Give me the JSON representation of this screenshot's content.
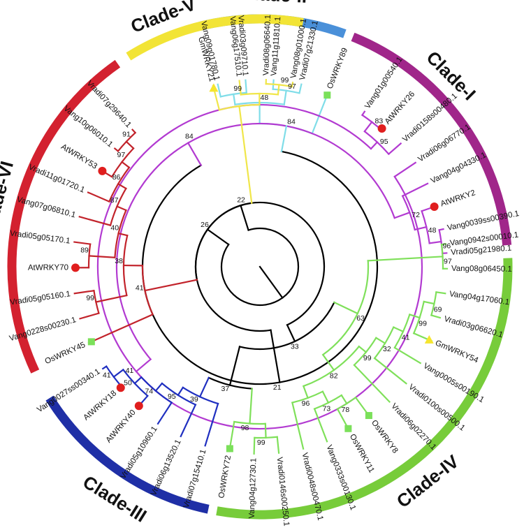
{
  "tree": {
    "clade_labels": {
      "I": "Clade-I",
      "II": "Clade-II",
      "III": "Clade-III",
      "IV": "Clade-IV",
      "V": "Clade-V",
      "VI": "Clade-VI"
    },
    "clade_colors": {
      "I": "#a0268a",
      "II": "#4a90d9",
      "III": "#1f2fa6",
      "IV": "#77cc3a",
      "V": "#f2e436",
      "VI": "#d3212f"
    },
    "branch_colors": {
      "I": "#b23ad1",
      "II": "#7fdde8",
      "III": "#1f2fc0",
      "IV": "#7fe05a",
      "V": "#f0e64a",
      "VI": "#c2232b",
      "backbone": "#000000"
    },
    "marker_colors": {
      "circle": "#e01e1e",
      "square": "#7be05a",
      "triangle": "#f5e52e"
    },
    "leaves": [
      {
        "id": "L01",
        "label": "Vang09g01780.1",
        "clade": "II"
      },
      {
        "id": "L02",
        "label": "Vradi03g09710.1",
        "clade": "II"
      },
      {
        "id": "L03",
        "label": "Vang11g11810.1",
        "clade": "II"
      },
      {
        "id": "L04",
        "label": "Vradi07g21330.1",
        "clade": "II"
      },
      {
        "id": "L05",
        "label": "OsWRKY89",
        "clade": "II",
        "marker": "square"
      },
      {
        "id": "L06",
        "label": "Vang01g00540.1",
        "clade": "I"
      },
      {
        "id": "L07",
        "label": "AtWRKY26",
        "clade": "I",
        "marker": "circle"
      },
      {
        "id": "L08",
        "label": "Vradi0158s00480.1",
        "clade": "I"
      },
      {
        "id": "L09",
        "label": "Vradi06g06770.1",
        "clade": "I"
      },
      {
        "id": "L10",
        "label": "Vang04g04330.1",
        "clade": "I"
      },
      {
        "id": "L11",
        "label": "AtWRKY2",
        "clade": "I",
        "marker": "circle"
      },
      {
        "id": "L12",
        "label": "Vang0039ss00390.1",
        "clade": "I"
      },
      {
        "id": "L13",
        "label": "Vradi05g21980.1",
        "clade": "I"
      },
      {
        "id": "L14",
        "label": "Vang0942s00010.1",
        "clade": "IV"
      },
      {
        "id": "L15",
        "label": "Vang08g06450.1",
        "clade": "IV"
      },
      {
        "id": "L16",
        "label": "Vang04g17060.1",
        "clade": "IV"
      },
      {
        "id": "L17",
        "label": "Vradi03g06620.1",
        "clade": "IV"
      },
      {
        "id": "L18",
        "label": "GmWRKY54",
        "clade": "IV",
        "marker": "triangle"
      },
      {
        "id": "L19",
        "label": "Vang0005s00190.1",
        "clade": "IV"
      },
      {
        "id": "L20",
        "label": "Vradi0100s00500.1",
        "clade": "IV"
      },
      {
        "id": "L21",
        "label": "Vradi06g02270.1",
        "clade": "IV"
      },
      {
        "id": "L22",
        "label": "OsWRKY8",
        "clade": "IV",
        "marker": "square"
      },
      {
        "id": "L23",
        "label": "OsWRKY11",
        "clade": "IV",
        "marker": "square"
      },
      {
        "id": "L24",
        "label": "Vang0333s00130.1",
        "clade": "IV"
      },
      {
        "id": "L25",
        "label": "Vradi0048s00470.1",
        "clade": "IV"
      },
      {
        "id": "L26",
        "label": "Vradi0146s00250.1",
        "clade": "IV"
      },
      {
        "id": "L27",
        "label": "Vang04g12730.1",
        "clade": "IV"
      },
      {
        "id": "L28",
        "label": "OsWRKY72",
        "clade": "IV",
        "marker": "square"
      },
      {
        "id": "L29",
        "label": "Vradi07g15410.1",
        "clade": "III"
      },
      {
        "id": "L30",
        "label": "Vradi06g13520.1",
        "clade": "III"
      },
      {
        "id": "L31",
        "label": "Vradi05g10960.1",
        "clade": "III"
      },
      {
        "id": "L32",
        "label": "AtWRKY40",
        "clade": "III",
        "marker": "circle"
      },
      {
        "id": "L33",
        "label": "AtWRKY18",
        "clade": "III",
        "marker": "circle"
      },
      {
        "id": "L34",
        "label": "Vang0027ss00340.1",
        "clade": "III"
      },
      {
        "id": "L35",
        "label": "OsWRKY45",
        "clade": "VI",
        "marker": "square"
      },
      {
        "id": "L36",
        "label": "Vang0228s00230.1",
        "clade": "VI"
      },
      {
        "id": "L37",
        "label": "Vradi05g05160.1",
        "clade": "VI"
      },
      {
        "id": "L38",
        "label": "AtWRKY70",
        "clade": "VI",
        "marker": "circle"
      },
      {
        "id": "L39",
        "label": "Vradi05g05170.1",
        "clade": "VI"
      },
      {
        "id": "L40",
        "label": "Vang07g06810.1",
        "clade": "VI"
      },
      {
        "id": "L41",
        "label": "Vradi11g01720.1",
        "clade": "VI"
      },
      {
        "id": "L42",
        "label": "AtWRKY53",
        "clade": "VI",
        "marker": "circle"
      },
      {
        "id": "L43",
        "label": "Vang10g06010.1",
        "clade": "VI"
      },
      {
        "id": "L44",
        "label": "Vradi07g29640.1",
        "clade": "VI"
      },
      {
        "id": "L45",
        "label": "GmWRKY21",
        "clade": "V",
        "marker": "triangle"
      },
      {
        "id": "L46",
        "label": "Vang06g17510.1",
        "clade": "V"
      },
      {
        "id": "L47",
        "label": "Vradi08g06640.1",
        "clade": "V"
      },
      {
        "id": "L48",
        "label": "Vang08g01000.1",
        "clade": "V"
      }
    ],
    "bootstrap": [
      "99",
      "97",
      "48",
      "84",
      "21",
      "83",
      "95",
      "41",
      "84",
      "72",
      "48",
      "96",
      "22",
      "97",
      "69",
      "99",
      "41",
      "32",
      "99",
      "82",
      "78",
      "73",
      "96",
      "63",
      "33",
      "37",
      "98",
      "99",
      "26",
      "39",
      "95",
      "74",
      "50",
      "41",
      "41",
      "38",
      "99",
      "89",
      "40",
      "87",
      "99",
      "86",
      "97",
      "91",
      "99"
    ]
  }
}
